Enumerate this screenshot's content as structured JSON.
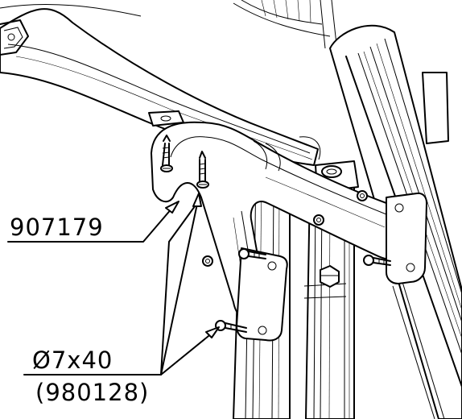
{
  "callouts": {
    "tube_part_number": "907179",
    "screw_size": "Ø7x40",
    "screw_part_number": "(980128)"
  }
}
